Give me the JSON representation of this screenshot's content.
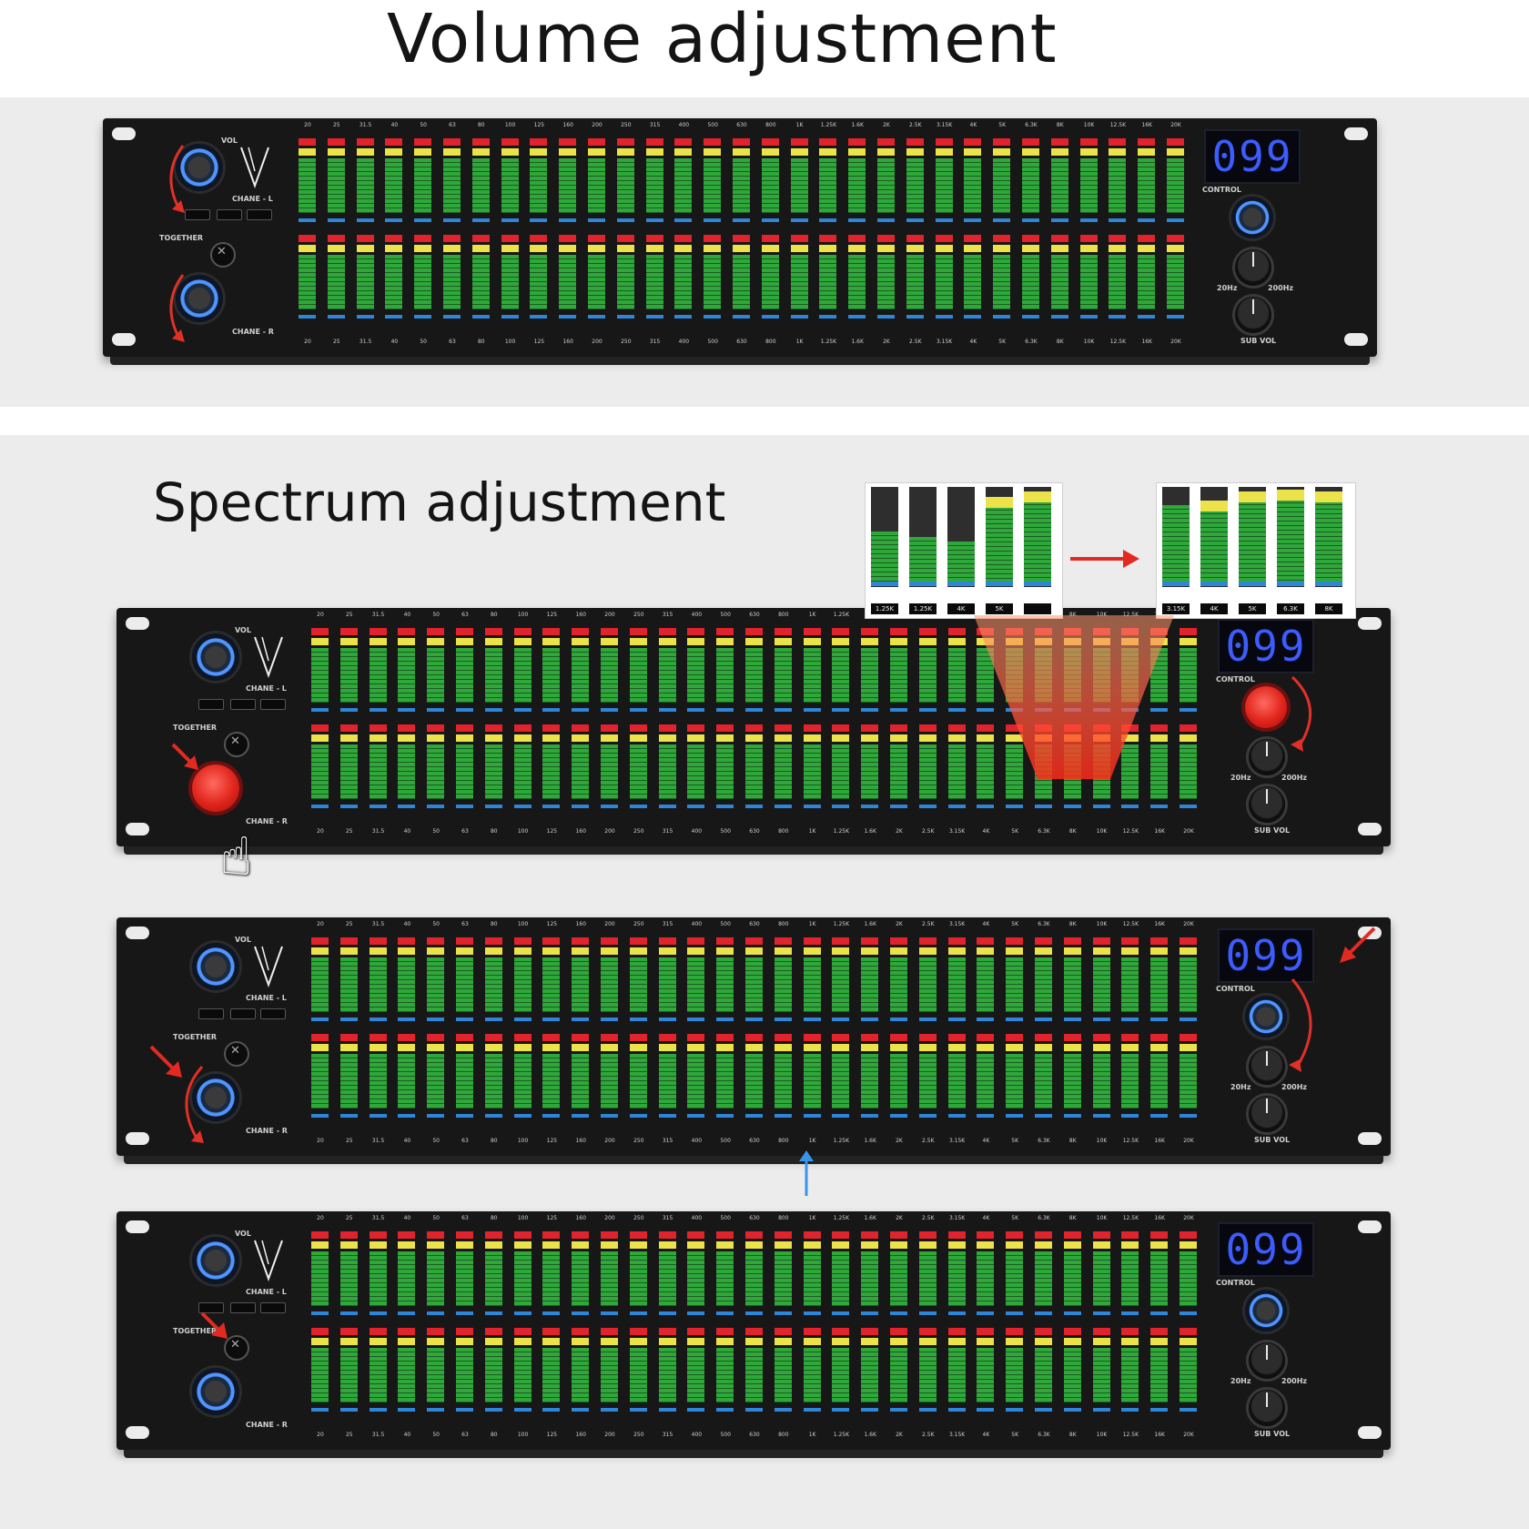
{
  "headings": {
    "volume": "Volume adjustment",
    "spectrum": "Spectrum adjustment"
  },
  "device": {
    "display_value": "099",
    "channel_left_label": "CHANE - L",
    "channel_right_label": "CHANE - R",
    "together_label": "TOGETHER",
    "control_label": "CONTROL",
    "sub_vol_label": "SUB VOL",
    "vol_label": "VOL",
    "freq_low_label": "20Hz",
    "freq_high_label": "200Hz",
    "frequencies": [
      "20",
      "25",
      "31.5",
      "40",
      "50",
      "63",
      "80",
      "100",
      "125",
      "160",
      "200",
      "250",
      "315",
      "400",
      "500",
      "630",
      "800",
      "1K",
      "1.25K",
      "1.6K",
      "2K",
      "2.5K",
      "3.15K",
      "4K",
      "5K",
      "6.3K",
      "8K",
      "10K",
      "12.5K",
      "16K",
      "20K"
    ]
  },
  "colors": {
    "segment_red": "#e1232d",
    "segment_yellow": "#ece24a",
    "segment_green": "#2fa73a",
    "segment_blue": "#2d86d8",
    "display_digits": "#3c5cff",
    "annotation_arrow": "#e32a22",
    "pointer_arrow": "#3a95e8"
  },
  "zoom_labels": {
    "before": [
      "1.25K",
      "1.25K",
      "4K",
      "5K",
      ""
    ],
    "after": [
      "3.15K",
      "4K",
      "5K",
      "6.3K",
      "8K"
    ]
  },
  "icons": [
    "knob-icon",
    "arrow-right-icon",
    "hand-pointer-icon",
    "rotate-arrow-icon"
  ]
}
